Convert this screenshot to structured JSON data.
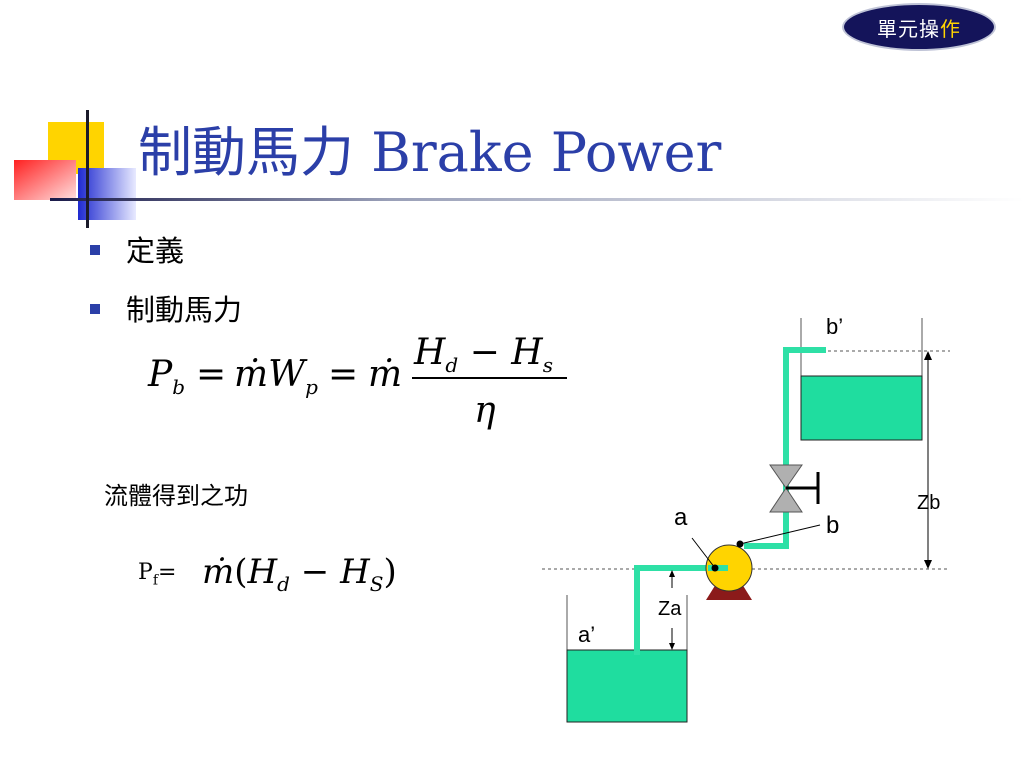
{
  "header": {
    "badge_part1": "單元操",
    "badge_part2": "作"
  },
  "slide": {
    "title": "制動馬力 Brake Power",
    "bullets": [
      "定義",
      "制動馬力"
    ],
    "gain_text": "流體得到之功"
  },
  "diagram_labels": {
    "b_prime": "b’",
    "a_prime": "a’",
    "a": "a",
    "b": "b",
    "zb": "Zb",
    "za": "Za"
  },
  "colors": {
    "title_blue": "#2b3fa8",
    "water": "#1fdd9f",
    "pipe": "#2ee0a6",
    "pump_body": "#ffd400",
    "pump_base": "#8b1a1a",
    "badge_bg": "#14145a",
    "badge_accent": "#ffd400"
  }
}
